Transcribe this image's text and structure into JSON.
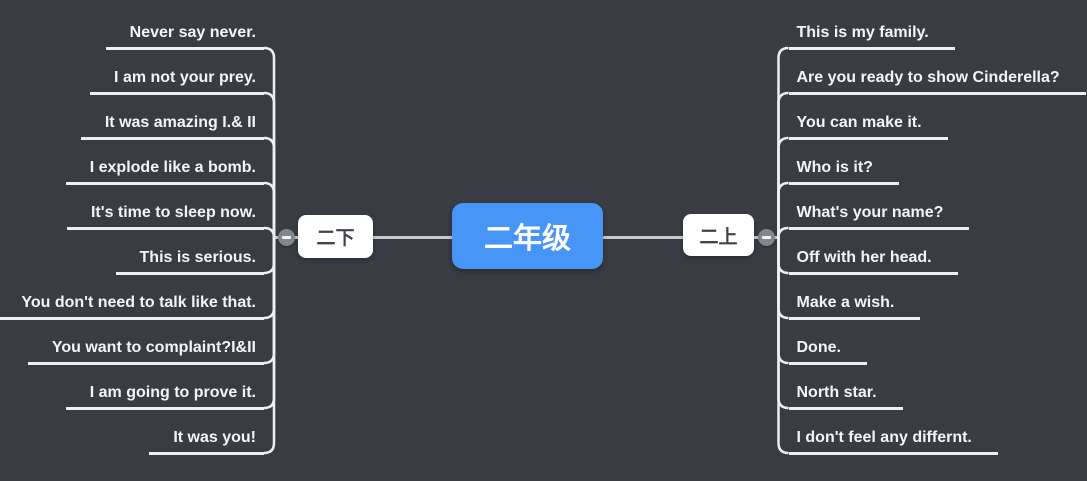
{
  "app": {
    "type": "mind-map"
  },
  "colors": {
    "canvas_bg": "#393d43",
    "accent_blue": "#4795f7",
    "node_bg": "#ffffff",
    "node_text": "#3f444b",
    "item_text": "#f3f4f6",
    "child_line": "#edeff1",
    "main_line": "#c9cbce",
    "badge_bg": "#82878e",
    "badge_glyph": "#f2f3f4"
  },
  "root": {
    "label": "二年级"
  },
  "branches": [
    {
      "label": "二下",
      "side": "left",
      "collapse_icon": "minus-icon",
      "items": [
        {
          "text": "Never say never."
        },
        {
          "text": "I am not your prey."
        },
        {
          "text": "It was amazing I.& II"
        },
        {
          "text": "I explode like a bomb."
        },
        {
          "text": "It's time to sleep now."
        },
        {
          "text": "This is serious."
        },
        {
          "text": "You don't need to talk like that."
        },
        {
          "text": "You want to complaint?I&II"
        },
        {
          "text": "I am going to prove it."
        },
        {
          "text": "It was you!"
        }
      ]
    },
    {
      "label": "二上",
      "side": "right",
      "collapse_icon": "minus-icon",
      "items": [
        {
          "text": "This is my family."
        },
        {
          "text": "Are you ready to show Cinderella?"
        },
        {
          "text": "You can make it."
        },
        {
          "text": "Who is it?"
        },
        {
          "text": "What's your name?"
        },
        {
          "text": "Off with her head."
        },
        {
          "text": "Make a wish."
        },
        {
          "text": "Done."
        },
        {
          "text": "North star."
        },
        {
          "text": "I don't feel any differnt."
        }
      ]
    }
  ]
}
